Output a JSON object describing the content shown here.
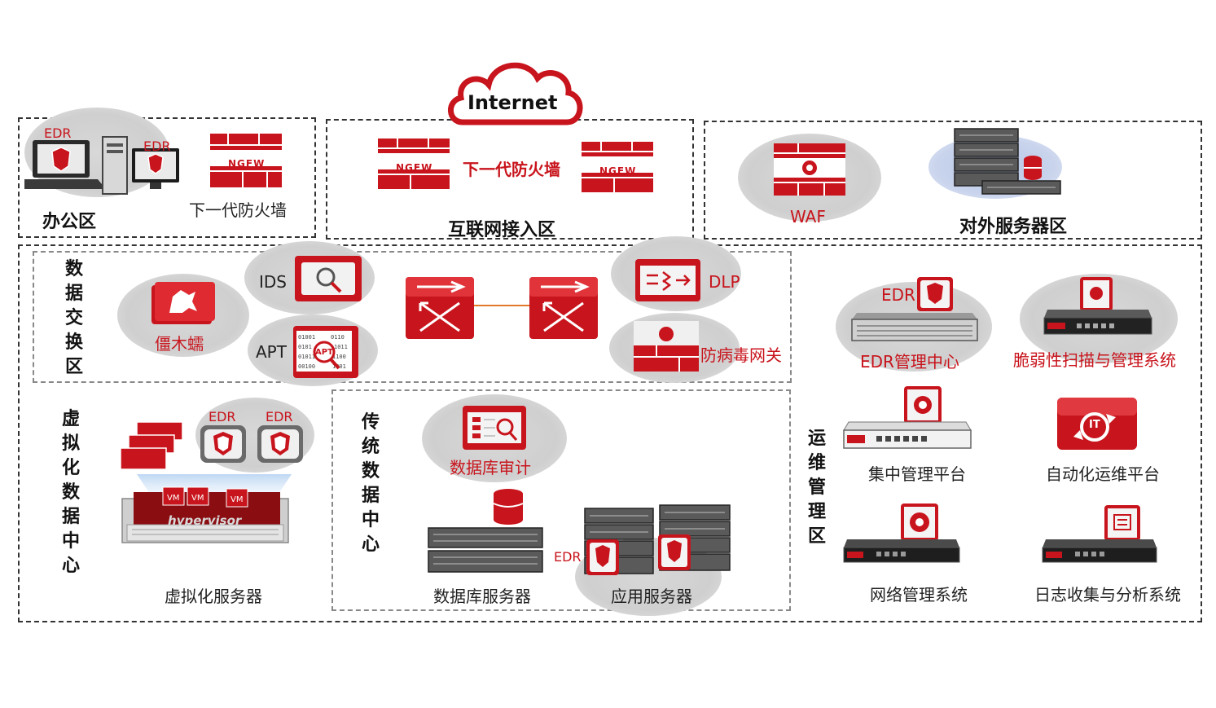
{
  "internet": {
    "label": "Internet"
  },
  "office": {
    "title": "办公区",
    "edr_laptop": "EDR",
    "edr_desktop": "EDR",
    "ngfw_badge": "NGFW",
    "firewall_label": "下一代防火墙"
  },
  "internet_access": {
    "title": "互联网接入区",
    "firewall_label": "下一代防火墙",
    "ngfw_left": "NGFW",
    "ngfw_right": "NGFW"
  },
  "external_servers": {
    "title": "对外服务器区",
    "waf_label": "WAF"
  },
  "data_exchange": {
    "title": "数据交换区",
    "ids_label": "IDS",
    "apt_label": "APT",
    "apt_badge": "APT",
    "trojan_label": "僵木蠕",
    "dlp_label": "DLP",
    "antivirus_label": "防病毒网关"
  },
  "virtual_dc": {
    "title": "虚拟化数据中心",
    "edr_1": "EDR",
    "edr_2": "EDR",
    "vm_1": "VM",
    "vm_2": "VM",
    "vm_3": "VM",
    "hypervisor": "hypervisor",
    "server_label": "虚拟化服务器"
  },
  "traditional_dc": {
    "title": "传统数据中心",
    "db_audit_label": "数据库审计",
    "db_server_label": "数据库服务器",
    "edr_label": "EDR",
    "app_server_label": "应用服务器"
  },
  "ops": {
    "title": "运维管理区",
    "edr_mgmt_tag": "EDR",
    "edr_mgmt_label": "EDR管理中心",
    "vuln_label": "脆弱性扫描与管理系统",
    "central_label": "集中管理平台",
    "auto_ops_label": "自动化运维平台",
    "auto_ops_badge": "IT",
    "netmgmt_label": "网络管理系统",
    "log_label": "日志收集与分析系统"
  },
  "colors": {
    "brand_red": "#c8141c",
    "dark_red": "#8a0d12",
    "zone_border": "#333333",
    "blob_grey": "#d4d4d4",
    "blob_blue": "#c3cfea"
  }
}
